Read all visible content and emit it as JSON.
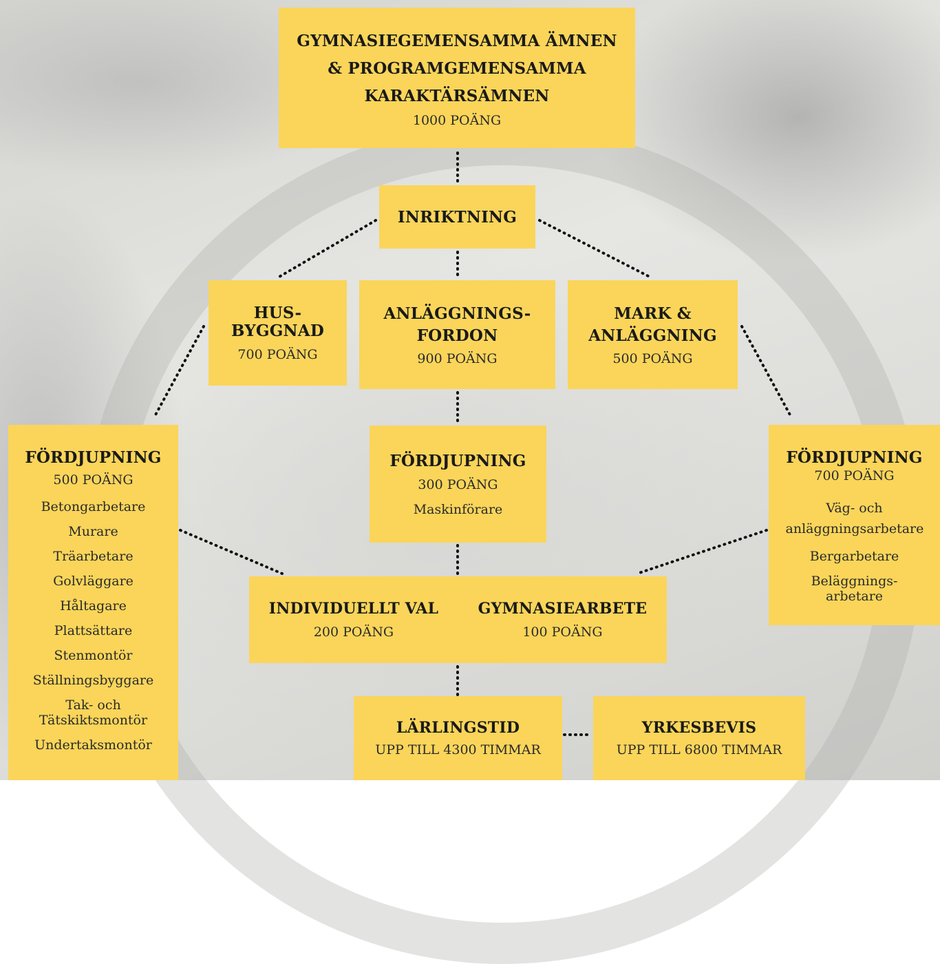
{
  "top": {
    "title_lines": [
      "GYMNASIEGEMENSAMMA ÄMNEN",
      "& PROGRAMGEMENSAMMA",
      "KARAKTÄRSÄMNEN"
    ],
    "points": "1000 POÄNG"
  },
  "inriktning": {
    "title": "INRIKTNING"
  },
  "hus": {
    "title_lines": [
      "HUS-",
      "BYGGNAD"
    ],
    "points": "700 POÄNG"
  },
  "anl": {
    "title_lines": [
      "ANLÄGGNINGS-",
      "FORDON"
    ],
    "points": "900 POÄNG"
  },
  "mark": {
    "title_lines": [
      "MARK &",
      "ANLÄGGNING"
    ],
    "points": "500 POÄNG"
  },
  "ford_left": {
    "title": "FÖRDJUPNING",
    "points": "500 POÄNG",
    "items": [
      "Betongarbetare",
      "Murare",
      "Träarbetare",
      "Golvläggare",
      "Håltagare",
      "Plattsättare",
      "Stenmontör",
      "Ställningsbyggare",
      "Tak- och Tätskiktsmontör",
      "Undertaksmontör"
    ]
  },
  "ford_mid": {
    "title": "FÖRDJUPNING",
    "points": "300 POÄNG",
    "items": [
      "Maskinförare"
    ]
  },
  "ford_right": {
    "title": "FÖRDJUPNING",
    "points": "700 POÄNG",
    "items": [
      "Väg- och anläggningsarbetare",
      "Bergarbetare",
      "Beläggnings-arbetare"
    ]
  },
  "indiv": {
    "title": "INDIVIDUELLT VAL",
    "points": "200 POÄNG"
  },
  "gyar": {
    "title": "GYMNASIEARBETE",
    "points": "100 POÄNG"
  },
  "larl": {
    "title": "LÄRLINGSTID",
    "points": "UPP TILL 4300 TIMMAR"
  },
  "yrke": {
    "title": "YRKESBEVIS",
    "points": "UPP TILL 6800 TIMMAR"
  },
  "colors": {
    "box": "#FAD55A",
    "text": "#1a1a1a",
    "line": "#111111"
  }
}
